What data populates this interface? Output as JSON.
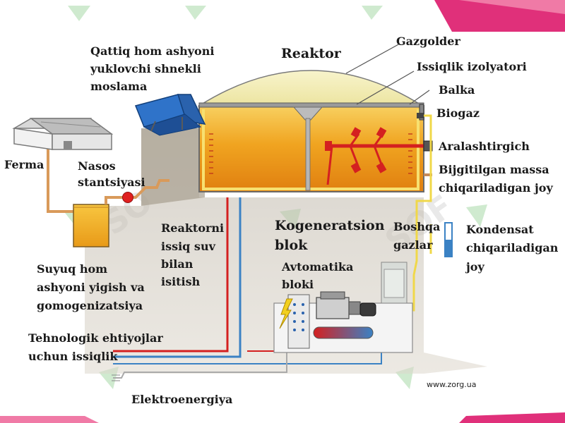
{
  "labels": {
    "gazgolder": "Gazgolder",
    "reaktor": "Reaktor",
    "issiqlik_izolyatori": "Issiqlik izolyatori",
    "balka": "Balka",
    "biogaz": "Biogaz",
    "qattiq": [
      "Qattiq hom ashyoni",
      "yuklovchi shnekli",
      "moslama"
    ],
    "ferma": "Ferma",
    "nasos": [
      "Nasos",
      "stantsiyasi"
    ],
    "aralashtirgich": "Aralashtirgich",
    "bijgitilgan": [
      "Bijgitilgan massa",
      "chiqariladigan joy"
    ],
    "reaktorni_isitish": [
      "Reaktorni",
      "issiq suv",
      "bilan",
      "isitish"
    ],
    "kogeneratsion": [
      "Kogeneratsion",
      "blok"
    ],
    "boshqa_gazlar": [
      "Boshqa",
      "gazlar"
    ],
    "kondensat": [
      "Kondensat",
      "chiqariladigan",
      "joy"
    ],
    "suyuq": [
      "Suyuq hom",
      "ashyoni yigish va",
      "gomogenizatsiya"
    ],
    "avtomatika": [
      "Avtomatika",
      "bloki"
    ],
    "texnologik": [
      "Tehnologik ehtiyojlar",
      "uchun issiqlik"
    ],
    "elektroenergiya": "Elektroenergiya"
  },
  "source_url": "www.zorg.ua",
  "colors": {
    "accent_pink": "#e0307a",
    "reactor_fill": "#f0a420",
    "dome": "#f3ecb4",
    "hot_pipe": "#d42020",
    "cold_pipe": "#3b82c4",
    "gas_pipe": "#f0d84a",
    "manure_pipe": "#d99a5a",
    "loader": "#2f73c9"
  },
  "icons": [
    "barn-icon",
    "pump-icon",
    "screw-loader-icon",
    "mixer-icon",
    "lightning-icon",
    "engine-icon",
    "generator-icon"
  ]
}
